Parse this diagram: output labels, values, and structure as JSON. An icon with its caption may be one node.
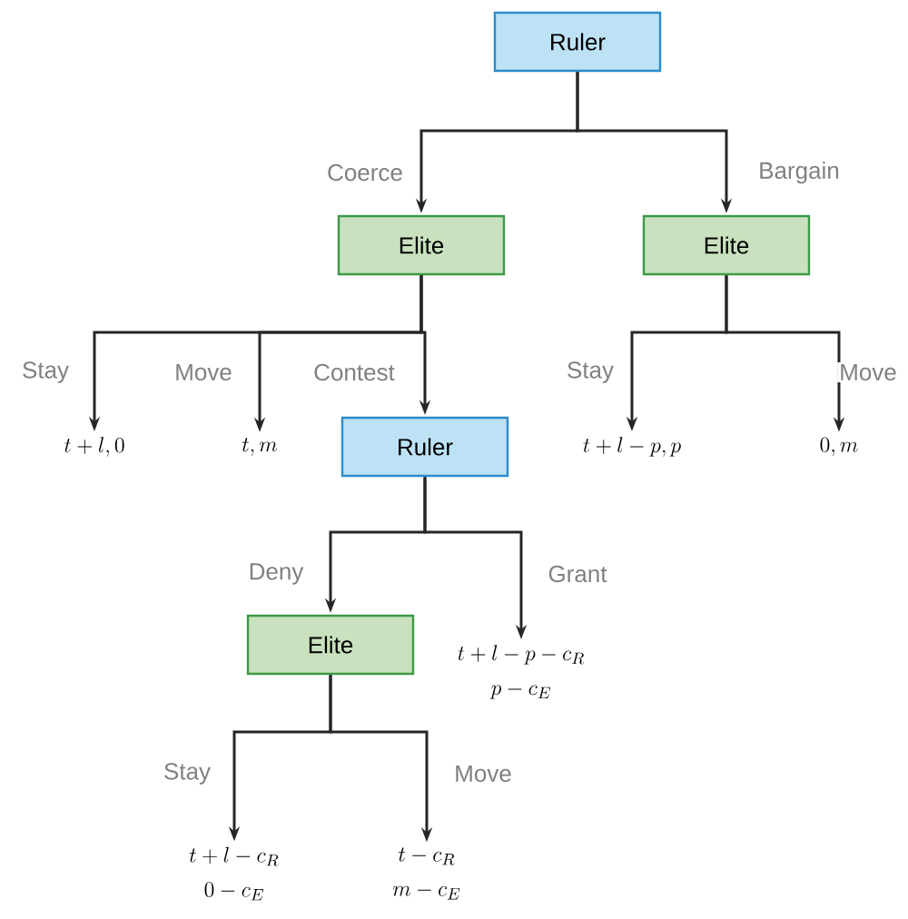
{
  "diagram": {
    "nodes": [
      {
        "text": [
          "Ruler"
        ]
      },
      {
        "text": [
          "Elite"
        ]
      },
      {
        "text": [
          "Elite"
        ]
      },
      {
        "text": [
          "t+l, 0"
        ]
      },
      {
        "text": [
          "t, m"
        ]
      },
      {
        "text": [
          "Ruler"
        ]
      },
      {
        "text": [
          "t+l-p, p"
        ]
      },
      {
        "text": [
          "0, m"
        ]
      },
      {
        "text": [
          "Elite"
        ]
      },
      {
        "text": [
          "t+l-p-c_R",
          "p-c_E"
        ]
      },
      {
        "text": [
          "t+l-c_R",
          "0-c_E"
        ]
      },
      {
        "text": [
          "t-c_R",
          "m-c_E"
        ]
      }
    ],
    "edges": [
      {
        "from": 0,
        "to": 1,
        "arrow": "to",
        "label": "Coerce"
      },
      {
        "from": 0,
        "to": 2,
        "arrow": "to",
        "label": "Bargain"
      },
      {
        "from": 1,
        "to": 3,
        "arrow": "to",
        "label": "Stay"
      },
      {
        "from": 1,
        "to": 4,
        "arrow": "to",
        "label": "Move"
      },
      {
        "from": 1,
        "to": 5,
        "arrow": "to",
        "label": "Contest"
      },
      {
        "from": 2,
        "to": 6,
        "arrow": "to",
        "label": "Stay"
      },
      {
        "from": 2,
        "to": 7,
        "arrow": "to",
        "label": "Move"
      },
      {
        "from": 5,
        "to": 8,
        "arrow": "to",
        "label": "Deny"
      },
      {
        "from": 5,
        "to": 9,
        "arrow": "to",
        "label": "Grant"
      },
      {
        "from": 8,
        "to": 10,
        "arrow": "to",
        "label": "Stay"
      },
      {
        "from": 8,
        "to": 11,
        "arrow": "to",
        "label": "Move"
      }
    ]
  }
}
